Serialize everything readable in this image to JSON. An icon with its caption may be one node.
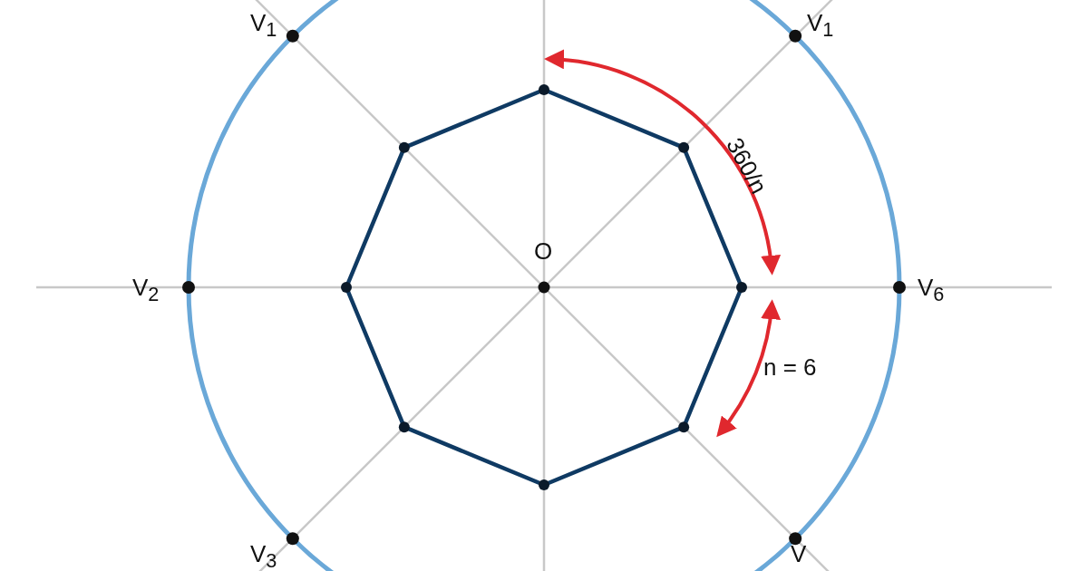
{
  "diagram": {
    "labels": [
      "V$_{1}$",
      "V$_{1}$",
      "360/n",
      "O",
      "V$_{2}$",
      "V$_{6}$",
      "n = 6",
      "V$_{3}$",
      "V"
    ]
  }
}
